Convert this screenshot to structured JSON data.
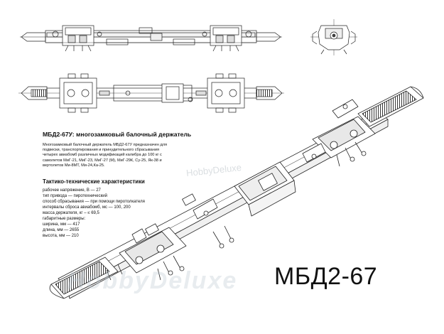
{
  "title": "МБД2-67",
  "heading": "МБД2-67У: многозамковый балочный держатель",
  "description_lines": [
    "Многозамковый балочный держатель МБД2-67У предназначен для",
    "подвески, транспортирования и принудительного сбрасывания",
    "четырех авиабомб различных модификаций калибра до 100 кг с",
    "самолетов МиГ-21, МиГ-23, МиГ-27 (М), МиГ-29К, Су-25, Як-38 и",
    "вертолетов Ми-8МТ, Ми-24,Ка-25."
  ],
  "specs_title": "Тактико-технические характеристики",
  "specs_lines": [
    "рабочее напряжение, В — 27",
    "тип привода — пиротехнический",
    "способ сбрасывания — при помощи пиротолкателя",
    "интервалы сброса авиабомб, мс — 100, 200",
    "масса держателя, кг – ≤ 69,5",
    "габаритные размеры:",
    "ширина, мм — 417",
    "длина, мм — 2655",
    "высота, мм — 210"
  ],
  "watermark_small": "HobbyDeluxe",
  "watermark_large": "HobbyDeluxe"
}
